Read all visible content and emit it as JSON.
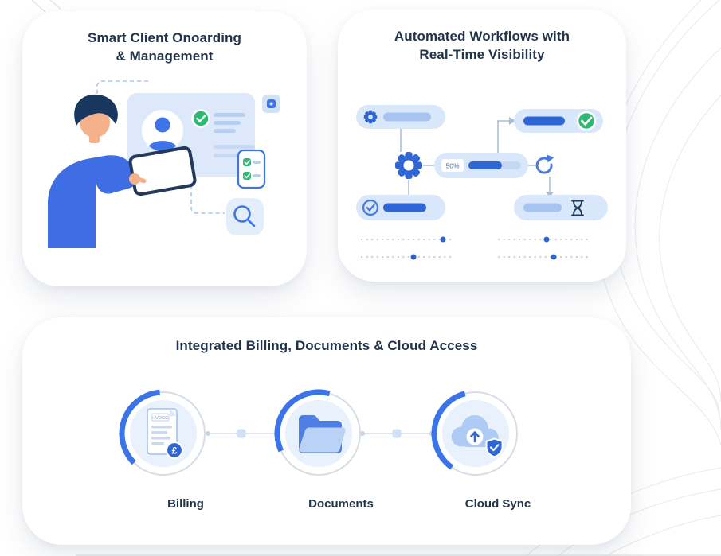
{
  "page": {
    "background": "#ffffff"
  },
  "cards": {
    "onboarding": {
      "title_line1": "Smart Client Onoarding",
      "title_line2": "& Management"
    },
    "workflows": {
      "title_line1": "Automated Workflows with",
      "title_line2": "Real-Time Visibility",
      "progress_label": "50%"
    },
    "integrated": {
      "title": "Integrated Billing, Documents & Cloud Access",
      "invoice_text": "HVOCC",
      "currency_badge": "£",
      "items": [
        {
          "label": "Billing"
        },
        {
          "label": "Documents"
        },
        {
          "label": "Cloud Sync"
        }
      ]
    }
  },
  "icons": {
    "onboarding": [
      "avatar-icon",
      "check-badge-icon",
      "checklist-icon",
      "photo-badge-icon",
      "search-icon",
      "tablet-icon"
    ],
    "workflows": [
      "gear-icon",
      "check-circle-icon",
      "progress-bar",
      "refresh-icon",
      "hourglass-icon"
    ],
    "integrated": [
      "invoice-icon",
      "pound-badge-icon",
      "folder-icon",
      "cloud-icon",
      "arrow-up-icon",
      "shield-check-icon"
    ]
  },
  "colors": {
    "accent_blue": "#2f66d6",
    "mid_blue": "#4f7fe3",
    "light_blue_fill": "#d9e7fa",
    "pale_blue": "#e4eefb",
    "green": "#2eb872",
    "title_navy": "#22344b"
  }
}
